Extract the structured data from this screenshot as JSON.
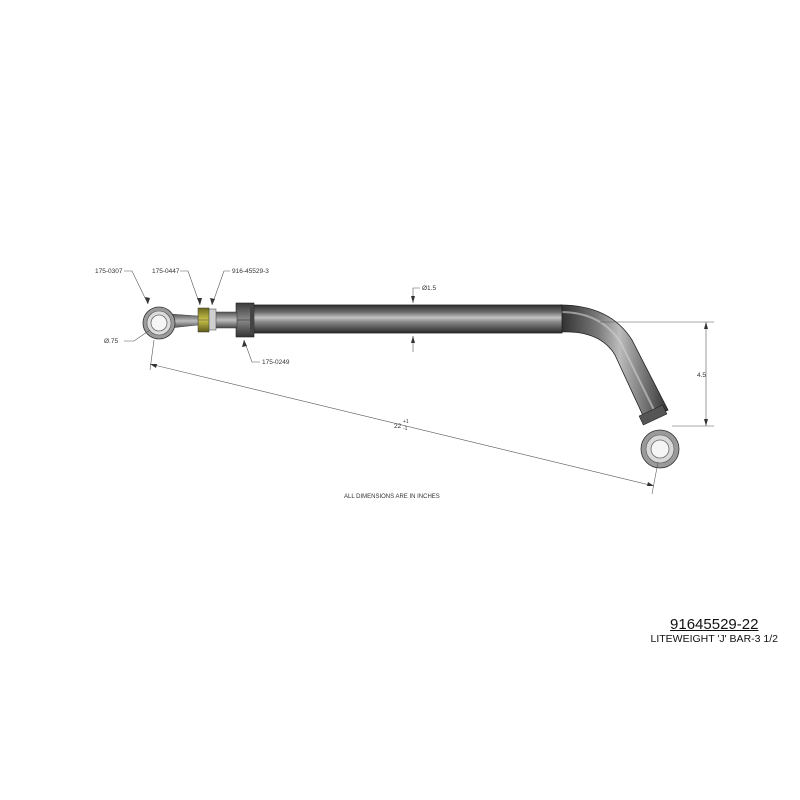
{
  "drawing": {
    "callouts": {
      "rod_end_left": "175-0307",
      "jam_nut": "175-0447",
      "adjuster": "916-45529-3",
      "tube_nut": "175-0249"
    },
    "dimensions": {
      "bore_diameter": "Ø.75",
      "tube_diameter": "Ø1.5",
      "drop_height": "4.5",
      "length_nominal": "22",
      "length_tol_plus": "+1",
      "length_tol_minus": "-1"
    },
    "note": "ALL DIMENSIONS ARE IN INCHES"
  },
  "title_block": {
    "part_number": "91645529-22",
    "description": "LITEWEIGHT 'J' BAR-3 1/2"
  },
  "colors": {
    "tube_dark": "#3a3a3a",
    "tube_light": "#b9b9b9",
    "jam_nut": "#a8a23a",
    "leader_lines": "#555555"
  }
}
